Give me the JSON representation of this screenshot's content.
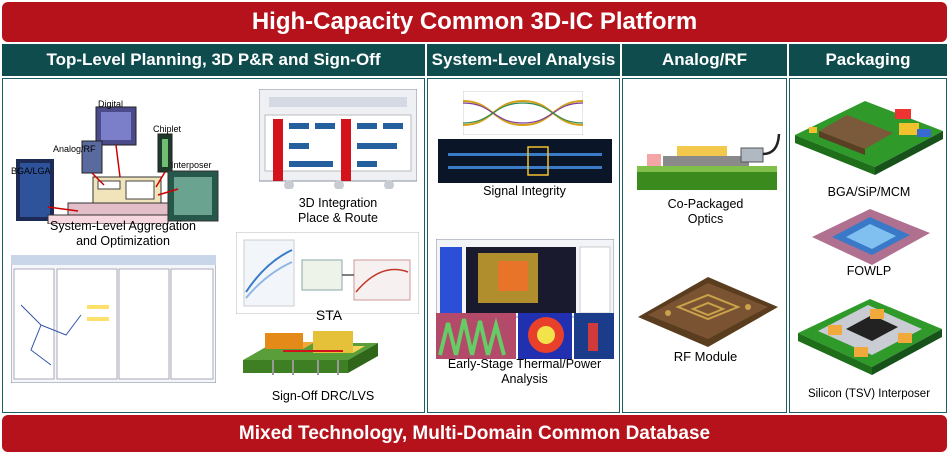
{
  "title": "High-Capacity Common 3D-IC Platform",
  "footer": "Mixed Technology, Multi-Domain Common Database",
  "columns": {
    "planning": "Top-Level Planning, 3D P&R and Sign-Off",
    "system": "System-Level Analysis",
    "analog": "Analog/RF",
    "packaging": "Packaging"
  },
  "captions": {
    "aggregation_1": "System-Level Aggregation",
    "aggregation_2": "and Optimization",
    "integration_1": "3D Integration",
    "integration_2": "Place & Route",
    "sta": "STA",
    "drc": "Sign-Off DRC/LVS",
    "signal": "Signal Integrity",
    "thermal_1": "Early-Stage Thermal/Power",
    "thermal_2": "Analysis",
    "optics_1": "Co-Packaged",
    "optics_2": "Optics",
    "rf": "RF Module",
    "bga": "BGA/SiP/MCM",
    "fowlp": "FOWLP",
    "tsv": "Silicon (TSV) Interposer"
  },
  "labels": {
    "digital": "Digital",
    "analog_rf": "Analog/RF",
    "chiplet": "Chiplet",
    "interposer": "Interposer",
    "bga_lga": "BGA/LGA"
  }
}
